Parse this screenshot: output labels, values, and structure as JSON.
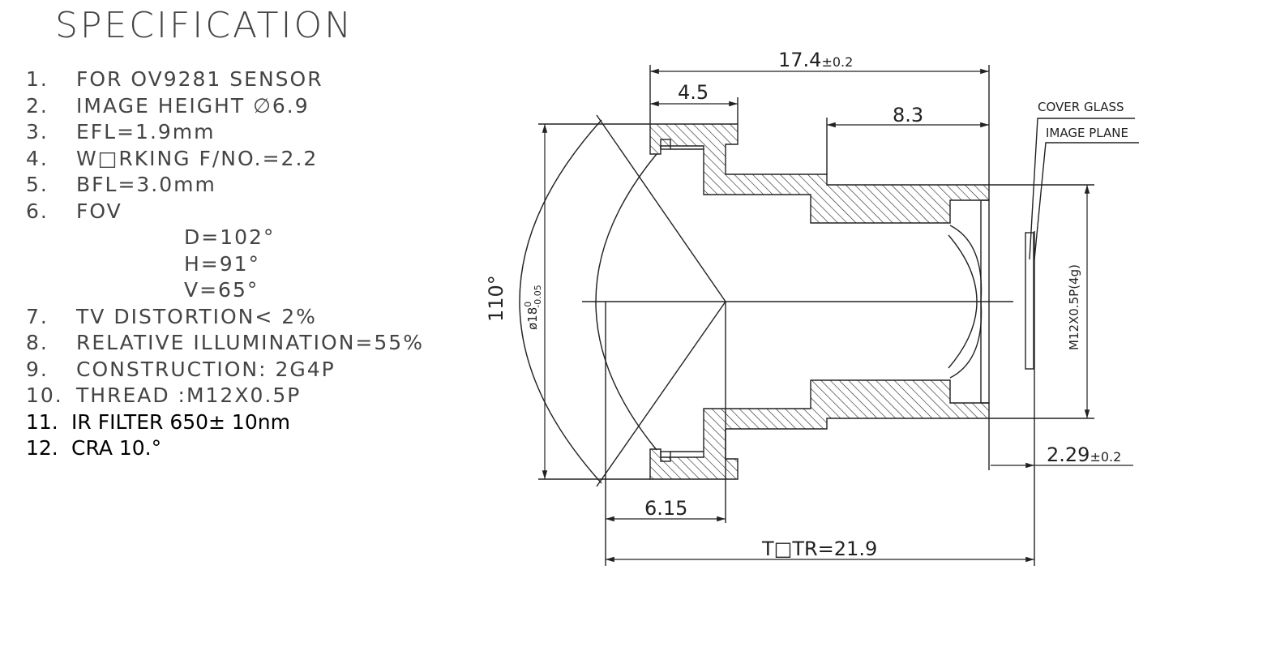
{
  "title": "SPECIFICATION",
  "specs": [
    {
      "num": "1.",
      "text": "FOR OV9281 SENSOR"
    },
    {
      "num": "2.",
      "text": "IMAGE HEIGHT  ∅6.9"
    },
    {
      "num": "3.",
      "text": "EFL=1.9mm"
    },
    {
      "num": "4.",
      "text": "W□RKING F/NO.=2.2"
    },
    {
      "num": "5.",
      "text": "BFL=3.0mm"
    },
    {
      "num": "6.",
      "text": "FOV"
    },
    {
      "num": "",
      "text": "D=102°"
    },
    {
      "num": "",
      "text": "H=91°"
    },
    {
      "num": "",
      "text": "V=65°"
    },
    {
      "num": "7.",
      "text": "TV DISTORTION< 2%"
    },
    {
      "num": "8.",
      "text": "RELATIVE ILLUMINATION=55%"
    },
    {
      "num": "9.",
      "text": "CONSTRUCTION: 2G4P"
    },
    {
      "num": "10.",
      "text": "THREAD :M12X0.5P"
    },
    {
      "num": "11.",
      "text": "IR FILTER 650± 10nm"
    },
    {
      "num": "12.",
      "text": "CRA 10.°"
    }
  ],
  "drawing": {
    "dim_total_length": "17.4",
    "dim_total_tol": "±0.2",
    "dim_front": "4.5",
    "dim_barrel": "8.3",
    "dim_front_to_vertex": "6.15",
    "dim_totr": "T□TR=21.9",
    "dim_back": "2.29",
    "dim_back_tol": "±0.2",
    "dim_diameter": "ø18",
    "dim_diameter_tol_upper": "0",
    "dim_diameter_tol_lower": "-0.05",
    "fov_angle": "110°",
    "thread_label": "M12X0.5P(4g)",
    "label_cover_glass": "COVER GLASS",
    "label_image_plane": "IMAGE PLANE"
  }
}
